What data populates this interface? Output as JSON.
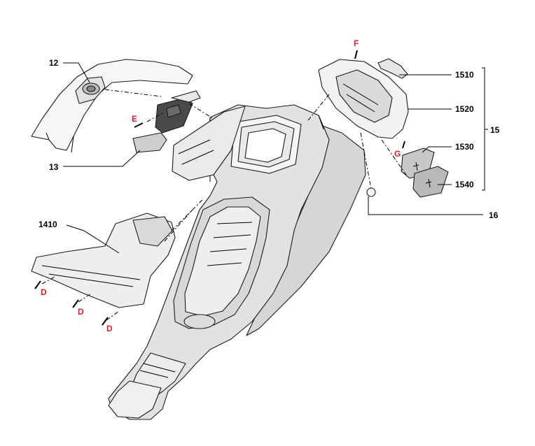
{
  "parts": {
    "p12": "12",
    "p13": "13",
    "p1410": "1410",
    "p1510": "1510",
    "p1520": "1520",
    "p15": "15",
    "p1530": "1530",
    "p1540": "1540",
    "p16": "16"
  },
  "screws": {
    "e": "E",
    "f": "F",
    "g": "G",
    "d1": "D",
    "d2": "D",
    "d3": "D"
  },
  "colors": {
    "body_fill": "#e4e4e4",
    "body_shade": "#cfcfcf",
    "cover_fill": "#f4f4f4",
    "screw_label": "#e0202a"
  }
}
